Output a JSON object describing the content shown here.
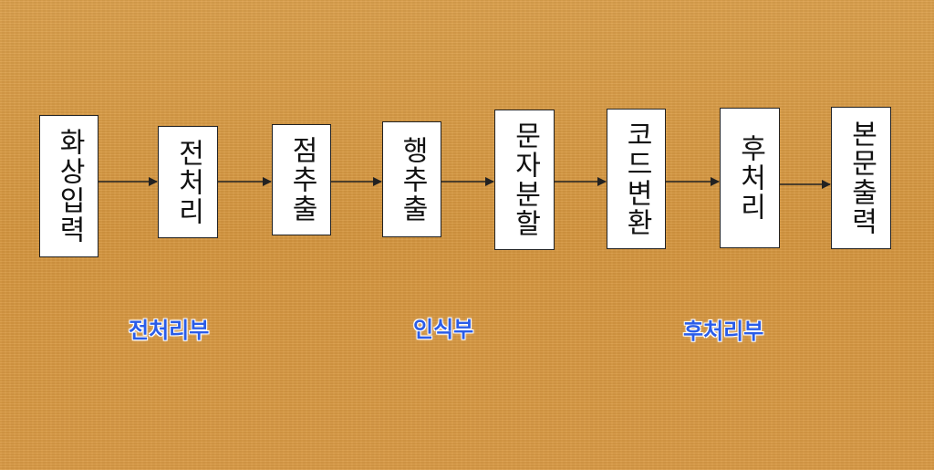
{
  "steps": [
    {
      "label": "화상입력"
    },
    {
      "label": "전처리"
    },
    {
      "label": "점추출"
    },
    {
      "label": "행추출"
    },
    {
      "label": "문자분할"
    },
    {
      "label": "코드변환"
    },
    {
      "label": "후처리"
    },
    {
      "label": "본문출력"
    }
  ],
  "groups": {
    "preprocess": "전처리부",
    "recognition": "인식부",
    "postprocess": "후처리부"
  },
  "colors": {
    "background": "#d99a45",
    "box_fill": "#ffffff",
    "box_border": "#222222",
    "arrow": "#222222",
    "group_label": "#2a5ce8"
  }
}
